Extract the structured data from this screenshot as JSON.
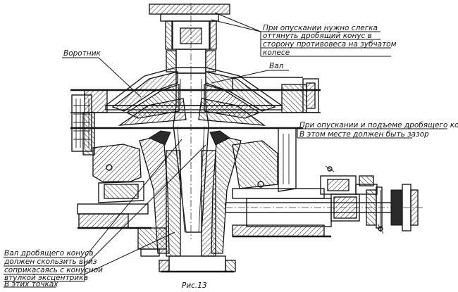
{
  "figure": {
    "caption": "Рис.13"
  },
  "callouts": {
    "top_right": [
      "При опускании нужно слегка",
      "оттянуть дробящий конус в",
      "сторону противовеса на зубчатом",
      "колесе"
    ],
    "vorotnik": "Воротник",
    "val": "Вал",
    "middle_right": [
      "При опускании и подъеме дробящего конуса",
      "В этом месте должен быть зазор"
    ],
    "bottom_left": [
      "Вал дробящего конуса",
      "должен скользить вниз",
      "соприкасаясь с конусной",
      "втулкой эксцентрика",
      "В этих точках"
    ]
  }
}
